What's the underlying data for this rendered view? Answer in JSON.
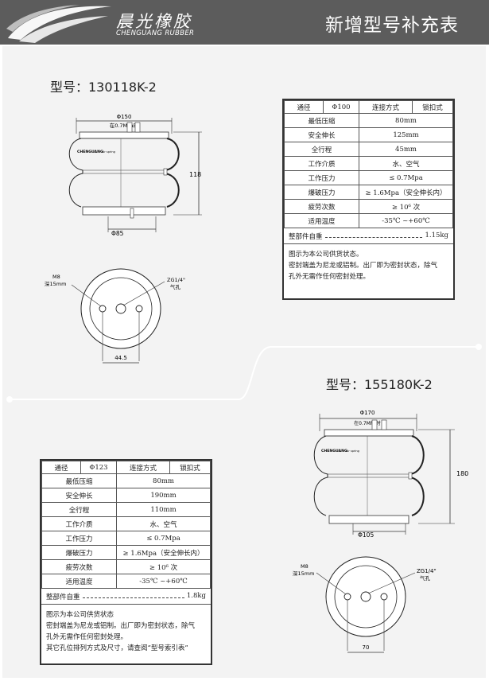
{
  "header": {
    "brand_cn": "晨光橡胶",
    "brand_en": "CHENGUANG RUBBER",
    "title": "新增型号补充表"
  },
  "products": [
    {
      "model": "型号：130118K-2",
      "drawing": {
        "diameter_top": "Φ150",
        "pressure_note": "在0.7MPa时",
        "height": "118",
        "diameter_bottom": "Φ85",
        "body_logo": "CHENGUANG",
        "body_sub": "Air spring",
        "m8_label": "M8",
        "depth_label": "深15mm",
        "port_label": "ZG1/4\"",
        "port_sub": "气孔",
        "spacing": "44.5"
      },
      "spec": {
        "header": [
          "通径",
          "Φ100",
          "连接方式",
          "锁扣式"
        ],
        "rows": [
          [
            "最低压缩",
            "80mm"
          ],
          [
            "安全伸长",
            "125mm"
          ],
          [
            "全行程",
            "45mm"
          ],
          [
            "工作介质",
            "水、空气"
          ],
          [
            "工作压力",
            "≤ 0.7Mpa"
          ],
          [
            "爆破压力",
            "≥ 1.6Mpa（安全伸长内）"
          ],
          [
            "疲劳次数",
            "≥ 10⁶ 次"
          ],
          [
            "适用温度",
            "-35℃ ~+60℃"
          ]
        ],
        "total_label": "整部件自重",
        "total_value": "1.15kg",
        "notes": [
          "图示为本公司供货状态。",
          "密封端盖为尼龙或铝制。出厂即为密封状态，除气",
          "孔外无需作任何密封处理。"
        ]
      }
    },
    {
      "model": "型号：155180K-2",
      "drawing": {
        "diameter_top": "Φ170",
        "pressure_note": "在0.7MPa时",
        "height": "180",
        "diameter_bottom": "Φ105",
        "body_logo": "CHENGUANG",
        "body_sub": "Air spring",
        "m8_label": "M8",
        "depth_label": "深15mm",
        "port_label": "ZG1/4\"",
        "port_sub": "气孔",
        "spacing": "70"
      },
      "spec": {
        "header": [
          "通径",
          "Φ123",
          "连接方式",
          "锁扣式"
        ],
        "rows": [
          [
            "最低压缩",
            "80mm"
          ],
          [
            "安全伸长",
            "190mm"
          ],
          [
            "全行程",
            "110mm"
          ],
          [
            "工作介质",
            "水、空气"
          ],
          [
            "工作压力",
            "≤ 0.7Mpa"
          ],
          [
            "爆破压力",
            "≥ 1.6Mpa（安全伸长内）"
          ],
          [
            "疲劳次数",
            "≥ 10⁶ 次"
          ],
          [
            "适用温度",
            "-35℃ ~+60℃"
          ]
        ],
        "total_label": "整部件自重",
        "total_value": "1.8kg",
        "notes": [
          "图示为本公司供货状态",
          "密封端盖为尼龙或铝制。出厂即为密封状态，除气",
          "孔外无需作任何密封处理。",
          "其它孔位排列方式及尺寸，请查阅“型号索引表”"
        ]
      }
    }
  ]
}
